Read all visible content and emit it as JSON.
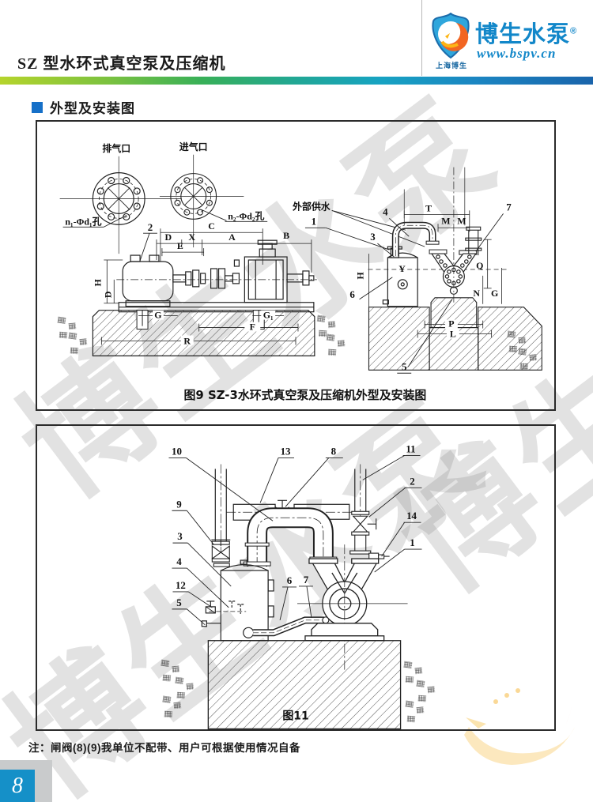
{
  "header": {
    "title": "SZ 型水环式真空泵及压缩机",
    "logo": {
      "brand": "博生水泵",
      "reg": "®",
      "site": "www.bspv.cn",
      "sub": "上海博生"
    }
  },
  "section": {
    "heading": "外型及安装图"
  },
  "fig9": {
    "caption": "图9 SZ-3水环式真空泵及压缩机外型及安装图",
    "exhaust": "排气口",
    "intake": "进气口",
    "holesL": "n₁-Φd₁孔",
    "holesR": "n₂-Φd₂孔",
    "water": "外部供水",
    "p1": "1",
    "p2": "2",
    "p3": "3",
    "p4": "4",
    "p5": "5",
    "p6": "6",
    "p7": "7",
    "dC": "C",
    "dD": "D",
    "dX": "X",
    "dA": "A",
    "dB": "B",
    "dE": "E",
    "dH": "H",
    "dDv": "D",
    "dG": "G",
    "dG1": "G₁",
    "dF": "F",
    "dR": "R",
    "dT": "T",
    "dM1": "M",
    "dM2": "M",
    "dQ": "Q",
    "dN": "N",
    "dG2": "G",
    "dP": "P",
    "dL": "L",
    "dY": "Y",
    "dH2": "H"
  },
  "fig11": {
    "caption": "图11",
    "p1": "1",
    "p2": "2",
    "p3": "3",
    "p4": "4",
    "p5": "5",
    "p6": "6",
    "p7": "7",
    "p8": "8",
    "p9": "9",
    "p10": "10",
    "p11": "11",
    "p12": "12",
    "p13": "13",
    "p14": "14"
  },
  "note": "注：闸阀(8)(9)我单位不配带、用户可根据使用情况自备",
  "watermark": {
    "text": "博生水泵"
  },
  "footer": {
    "page": "8"
  },
  "colors": {
    "brand_blue": "#1287c9",
    "section_blue": "#1670c8",
    "page_box_blue": "#1590c8"
  }
}
